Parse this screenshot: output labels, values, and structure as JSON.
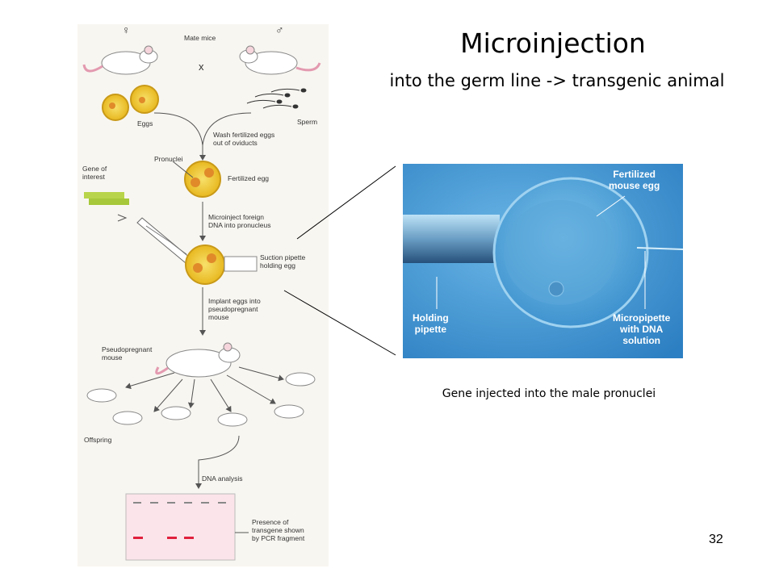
{
  "slide": {
    "title": "Microinjection",
    "subtitle": "into the germ line -> transgenic animal",
    "caption": "Gene injected into the male pronuclei",
    "page_number": "32"
  },
  "figure": {
    "female_symbol": "♀",
    "male_symbol": "♂",
    "mate_mice": "Mate mice",
    "cross": "x",
    "eggs": "Eggs",
    "sperm": "Sperm",
    "wash": "Wash fertilized eggs\nout of oviducts",
    "pronuclei": "Pronuclei",
    "fertilized_egg": "Fertilized egg",
    "gene_of_interest": "Gene of\ninterest",
    "microinject": "Microinject foreign\nDNA into pronucleus",
    "suction": "Suction pipette\nholding egg",
    "implant": "Implant eggs into\npseudopregnant\nmouse",
    "pseudopregnant": "Pseudopregnant\nmouse",
    "offspring": "Offspring",
    "dna_analysis": "DNA analysis",
    "presence": "Presence of\ntransgene shown\nby PCR fragment"
  },
  "photo": {
    "fertilized": "Fertilized\nmouse egg",
    "holding": "Holding\npipette",
    "micropipette": "Micropipette\nwith DNA\nsolution"
  },
  "colors": {
    "egg_fill": "#f2d23c",
    "egg_edge": "#c99a18",
    "nucleus": "#e08a2a",
    "mouse_tail": "#e39ab0",
    "photo_bg": "#3f98d6",
    "pcr_band": "#e0203c"
  }
}
